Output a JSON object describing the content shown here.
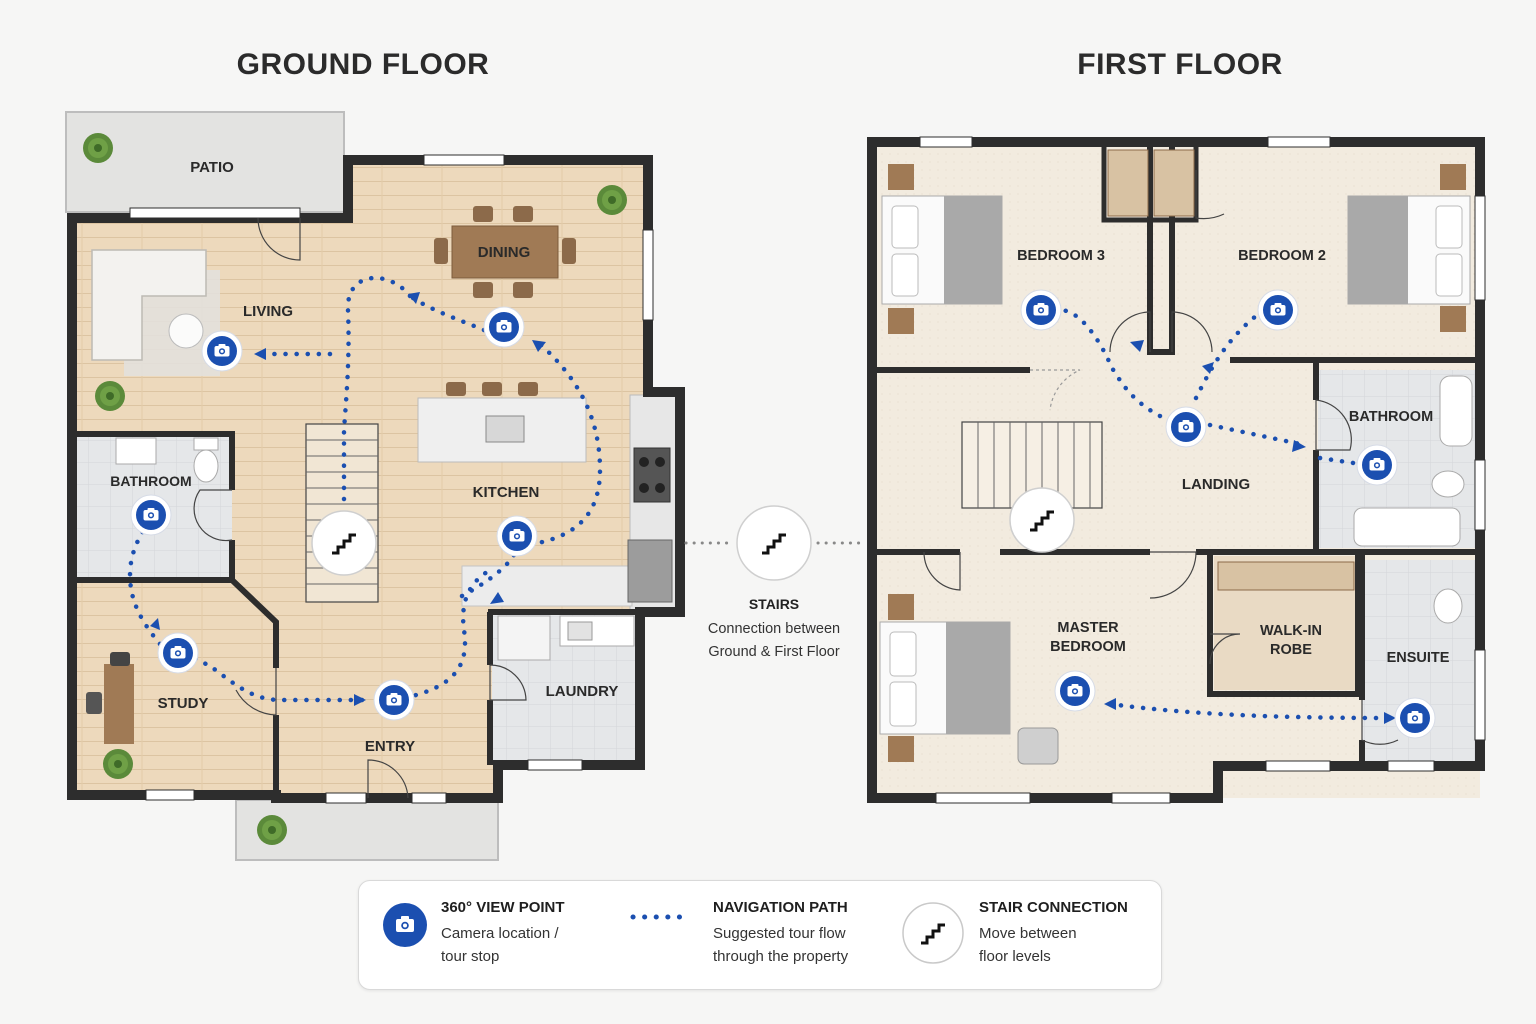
{
  "titles": {
    "ground": "GROUND FLOOR",
    "first": "FIRST FLOOR"
  },
  "ground": {
    "rooms": {
      "patio": "PATIO",
      "dining": "DINING",
      "living": "LIVING",
      "kitchen": "KITCHEN",
      "bathroom": "BATHROOM",
      "study": "STUDY",
      "entry": "ENTRY",
      "laundry": "LAUNDRY"
    }
  },
  "first": {
    "rooms": {
      "bedroom3": "BEDROOM 3",
      "bedroom2": "BEDROOM 2",
      "bathroom": "BATHROOM",
      "landing": "LANDING",
      "master_line1": "MASTER",
      "master_line2": "BEDROOM",
      "walkin_line1": "WALK-IN",
      "walkin_line2": "ROBE",
      "ensuite": "ENSUITE"
    }
  },
  "stairs": {
    "title": "STAIRS",
    "desc_line1": "Connection between",
    "desc_line2": "Ground & First Floor"
  },
  "legend": {
    "viewpoint": {
      "title": "360° VIEW POINT",
      "line1": "Camera location /",
      "line2": "tour stop",
      "icon": "camera-icon"
    },
    "path": {
      "title": "NAVIGATION PATH",
      "line1": "Suggested tour flow",
      "line2": "through the property"
    },
    "stair": {
      "title": "STAIR CONNECTION",
      "line1": "Move between",
      "line2": "floor levels",
      "icon": "stairs-icon"
    }
  },
  "colors": {
    "accent": "#1b4fb0",
    "wall": "#2d2d2d",
    "wood": "#ecd9bf",
    "tile": "#e4e6e8",
    "carpet": "#f1e9dc"
  }
}
